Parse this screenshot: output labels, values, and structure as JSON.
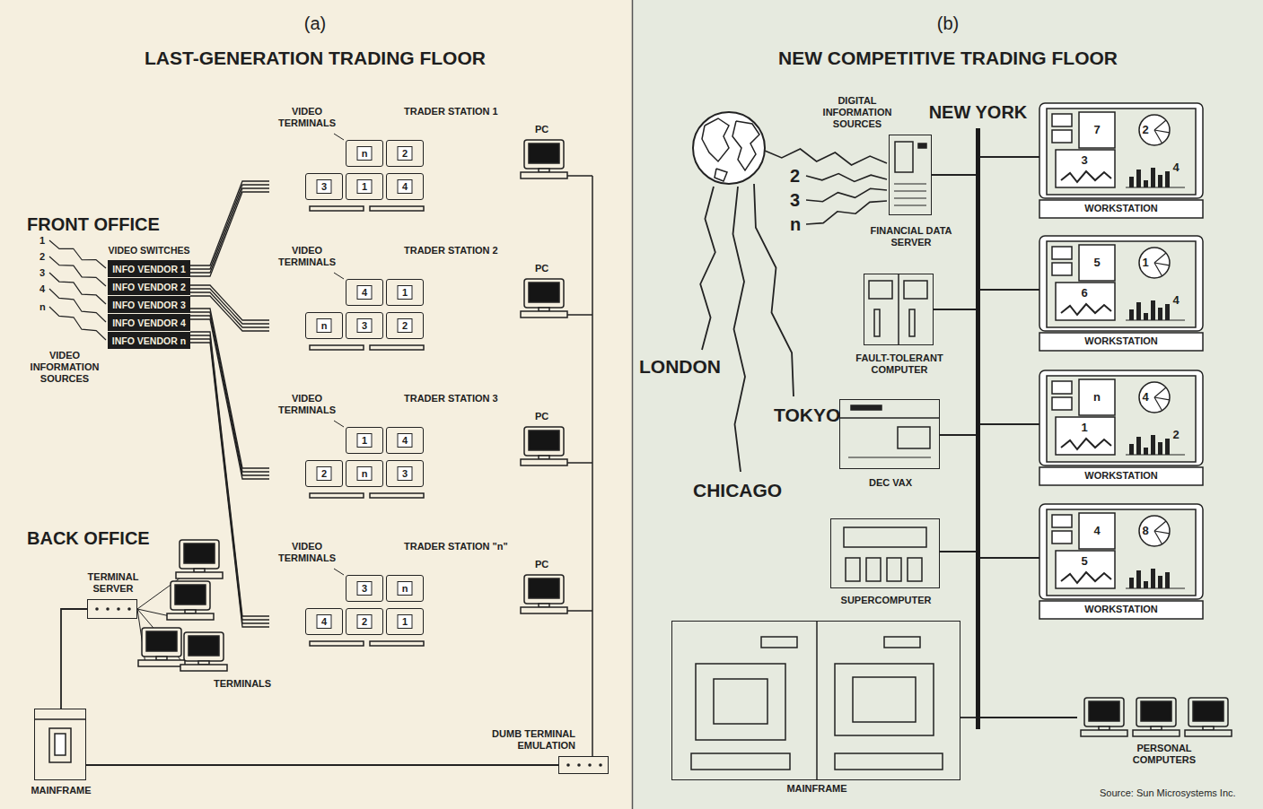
{
  "diagram": {
    "nodes": [
      {
        "text": [
          "(a)",
          "LAST-GENERATION TRADING FLOOR"
        ]
      },
      {
        "text": [
          "VIDEO SWITCHES"
        ],
        "in": 0
      },
      {
        "text": [
          "INFO VENDOR 1"
        ],
        "in": 1
      },
      {
        "text": [
          "INFO VENDOR 2"
        ],
        "in": 1
      },
      {
        "text": [
          "INFO VENDOR 3"
        ],
        "in": 1
      },
      {
        "text": [
          "INFO VENDOR 4"
        ],
        "in": 1
      },
      {
        "text": [
          "INFO VENDOR n"
        ],
        "in": 1
      },
      {
        "text": [
          "TRADER STATION 1",
          "VIDEO TERMINALS"
        ],
        "in": 0
      },
      {
        "text": [
          "n"
        ],
        "in": 7
      },
      {
        "text": [
          "2"
        ],
        "in": 7
      },
      {
        "text": [
          "3"
        ],
        "in": 7
      },
      {
        "text": [
          "1"
        ],
        "in": 7
      },
      {
        "text": [
          "4"
        ],
        "in": 7
      },
      {
        "text": [
          "TRADER STATION 2",
          "VIDEO TERMINALS"
        ],
        "in": 0
      },
      {
        "text": [
          "4"
        ],
        "in": 13
      },
      {
        "text": [
          "1"
        ],
        "in": 13
      },
      {
        "text": [
          "n"
        ],
        "in": 13
      },
      {
        "text": [
          "3"
        ],
        "in": 13
      },
      {
        "text": [
          "2"
        ],
        "in": 13
      },
      {
        "text": [
          "TRADER STATION 3",
          "VIDEO TERMINALS"
        ],
        "in": 0
      },
      {
        "text": [
          "1"
        ],
        "in": 19
      },
      {
        "text": [
          "4"
        ],
        "in": 19
      },
      {
        "text": [
          "2"
        ],
        "in": 19
      },
      {
        "text": [
          "n"
        ],
        "in": 19
      },
      {
        "text": [
          "3"
        ],
        "in": 19
      },
      {
        "text": [
          "TRADER STATION \"n\"",
          "VIDEO TERMINALS"
        ],
        "in": 0
      },
      {
        "text": [
          "3"
        ],
        "in": 25
      },
      {
        "text": [
          "n"
        ],
        "in": 25
      },
      {
        "text": [
          "4"
        ],
        "in": 25
      },
      {
        "text": [
          "2"
        ],
        "in": 25
      },
      {
        "text": [
          "1"
        ],
        "in": 25
      },
      {
        "text": [
          "TERMINAL SERVER"
        ],
        "in": 0
      },
      {
        "text": [
          "MAINFRAME"
        ],
        "in": 0
      },
      {
        "text": [
          "DUMB TERMINAL EMULATION"
        ],
        "in": 0
      },
      {
        "text": [
          "(b)",
          "NEW COMPETITIVE TRADING FLOOR"
        ]
      },
      {
        "text": [
          "FINANCIAL DATA SERVER"
        ],
        "in": 34
      },
      {
        "text": [
          "NEW YORK"
        ],
        "in": 34
      },
      {
        "text": [
          "FAULT-TOLERANT COMPUTER"
        ],
        "in": 34
      },
      {
        "text": [
          "DEC VAX"
        ],
        "in": 34
      },
      {
        "text": [
          "SUPERCOMPUTER"
        ],
        "in": 34
      },
      {
        "text": [
          "MAINFRAME"
        ],
        "in": 34
      },
      {
        "text": [
          "7",
          "2",
          "3",
          "4",
          "WORKSTATION"
        ],
        "in": 34
      },
      {
        "text": [
          "5",
          "1",
          "6",
          "4",
          "WORKSTATION"
        ],
        "in": 34
      },
      {
        "text": [
          "n",
          "4",
          "1",
          "2",
          "WORKSTATION"
        ],
        "in": 34
      },
      {
        "text": [
          "4",
          "8",
          "5",
          "WORKSTATION"
        ],
        "in": 34
      },
      {
        "text": [
          "PERSONAL COMPUTERS"
        ],
        "in": 34
      }
    ],
    "edges": [
      {
        "from": 1,
        "to": 7,
        "arrow": "none"
      },
      {
        "from": 1,
        "to": 13,
        "arrow": "none"
      },
      {
        "from": 1,
        "to": 19,
        "arrow": "none"
      },
      {
        "from": 1,
        "to": 25,
        "arrow": "none"
      },
      {
        "from": 31,
        "to": 32,
        "arrow": "none"
      },
      {
        "from": 32,
        "to": 33,
        "arrow": "none"
      },
      {
        "from": 35,
        "to": 36,
        "arrow": "none"
      },
      {
        "from": 37,
        "to": 36,
        "arrow": "none"
      },
      {
        "from": 38,
        "to": 36,
        "arrow": "none"
      },
      {
        "from": 39,
        "to": 36,
        "arrow": "none"
      },
      {
        "from": 40,
        "to": 36,
        "arrow": "none"
      },
      {
        "from": 36,
        "to": 41,
        "arrow": "none"
      },
      {
        "from": 36,
        "to": 42,
        "arrow": "none"
      },
      {
        "from": 36,
        "to": 43,
        "arrow": "none"
      },
      {
        "from": 36,
        "to": 44,
        "arrow": "none"
      },
      {
        "from": 36,
        "to": 45,
        "arrow": "none"
      }
    ],
    "labels": [
      "FRONT OFFICE",
      "1",
      "2",
      "3",
      "4",
      "n",
      "VIDEO INFORMATION SOURCES",
      "BACK OFFICE",
      "TERMINALS",
      "PC",
      "PC",
      "PC",
      "PC",
      "DIGITAL INFORMATION SOURCES",
      "2",
      "3",
      "n",
      "LONDON",
      "CHICAGO",
      "TOKYO",
      "Source: Sun Microsystems Inc."
    ]
  }
}
